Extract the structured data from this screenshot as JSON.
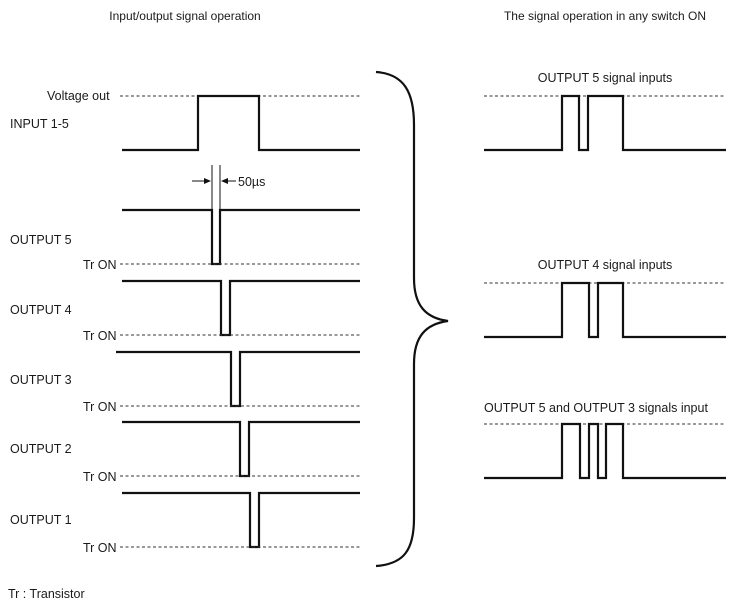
{
  "headers": {
    "left": "Input/output signal operation",
    "right": "The signal operation in any switch ON"
  },
  "labels": {
    "voltage_out": "Voltage out",
    "input": "INPUT 1-5",
    "pulse_width": "50µs",
    "output5": "OUTPUT 5",
    "output4": "OUTPUT 4",
    "output3": "OUTPUT 3",
    "output2": "OUTPUT 2",
    "output1": "OUTPUT 1",
    "tr_on": "Tr ON",
    "footnote": "Tr : Transistor"
  },
  "right_panels": {
    "p1_title": "OUTPUT 5 signal inputs",
    "p2_title": "OUTPUT 4 signal inputs",
    "p3_title": "OUTPUT 5 and OUTPUT 3 signals input"
  }
}
